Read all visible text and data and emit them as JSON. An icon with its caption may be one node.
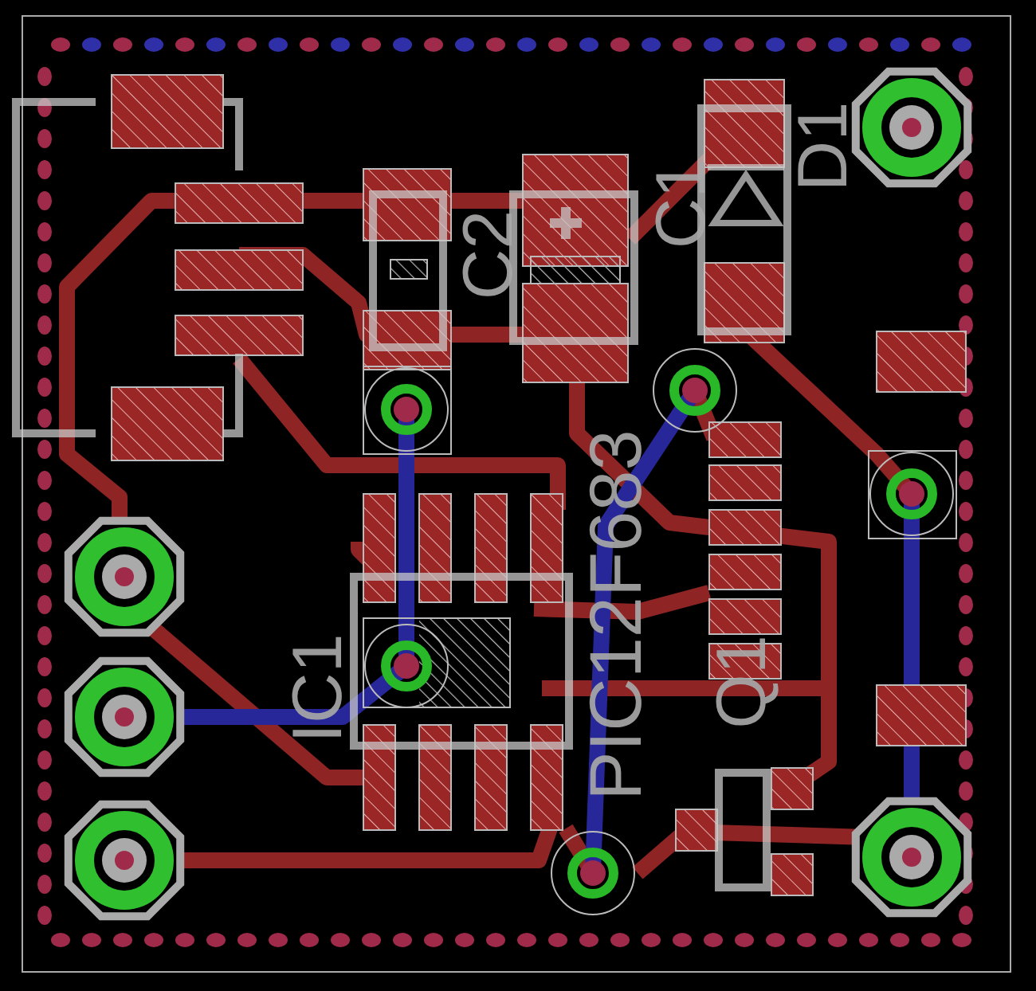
{
  "diagram": {
    "labels": [
      "D1",
      "C1",
      "C2",
      "PIC12F683",
      "IC1",
      "Q1"
    ]
  }
}
